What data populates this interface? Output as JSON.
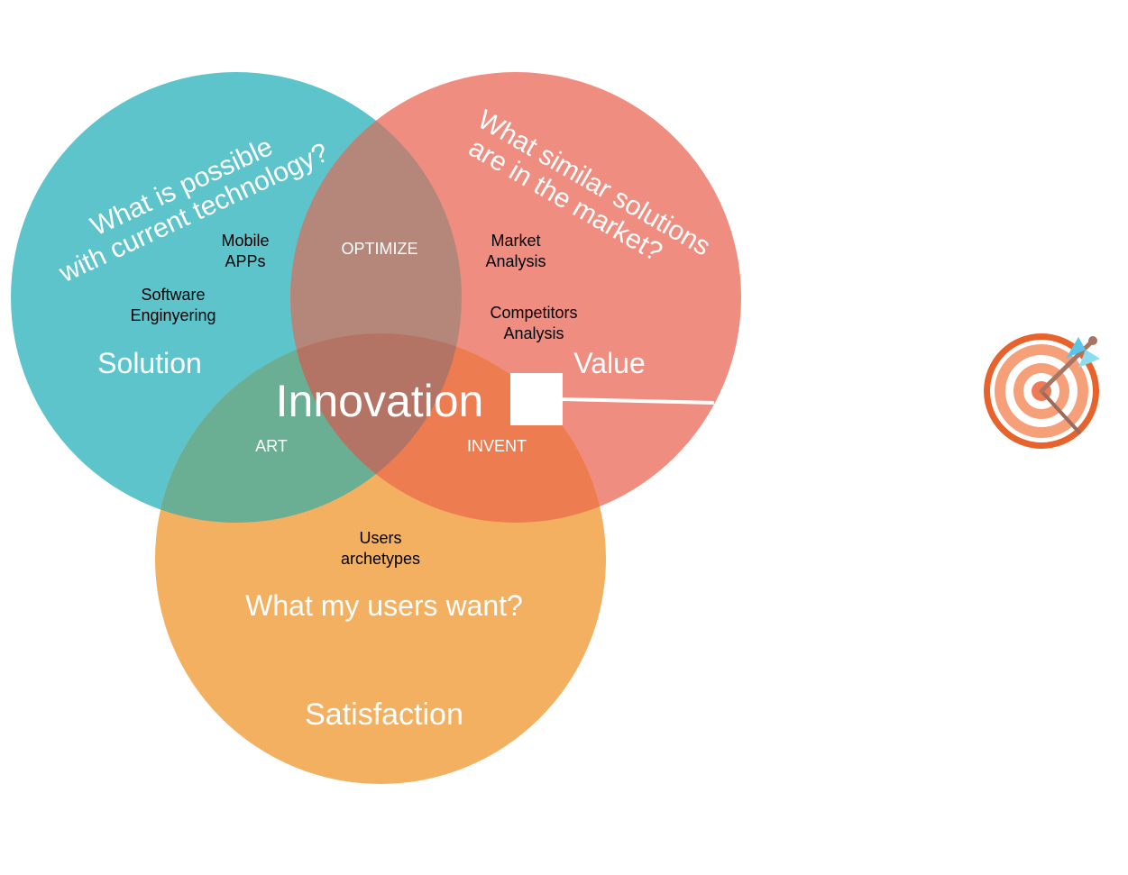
{
  "colors": {
    "solution": "#5EC4CC",
    "value": "#EF8E80",
    "satisfaction": "#F4B061",
    "optimize_overlap": "#B5877B",
    "art_overlap": "#6AAE93",
    "invent_overlap": "#EE7C51",
    "innovation_overlap": "#B47465"
  },
  "circles": {
    "solution": {
      "title": "Solution",
      "question_line1": "What is possible",
      "question_line2": "with current technology?",
      "item1_line1": "Mobile",
      "item1_line2": "APPs",
      "item2_line1": "Software",
      "item2_line2": "Enginyering"
    },
    "value": {
      "title": "Value",
      "question_line1": "What similar solutions",
      "question_line2": "are in the market?",
      "item1_line1": "Market",
      "item1_line2": "Analysis",
      "item2_line1": "Competitors",
      "item2_line2": "Analysis"
    },
    "satisfaction": {
      "title": "Satisfaction",
      "question": "What my users want?",
      "item1_line1": "Users",
      "item1_line2": "archetypes"
    }
  },
  "overlaps": {
    "optimize": "OPTIMIZE",
    "art": "ART",
    "invent": "INVENT",
    "center": "Innovation"
  },
  "icons": {
    "target": "target-with-arrow-icon"
  }
}
